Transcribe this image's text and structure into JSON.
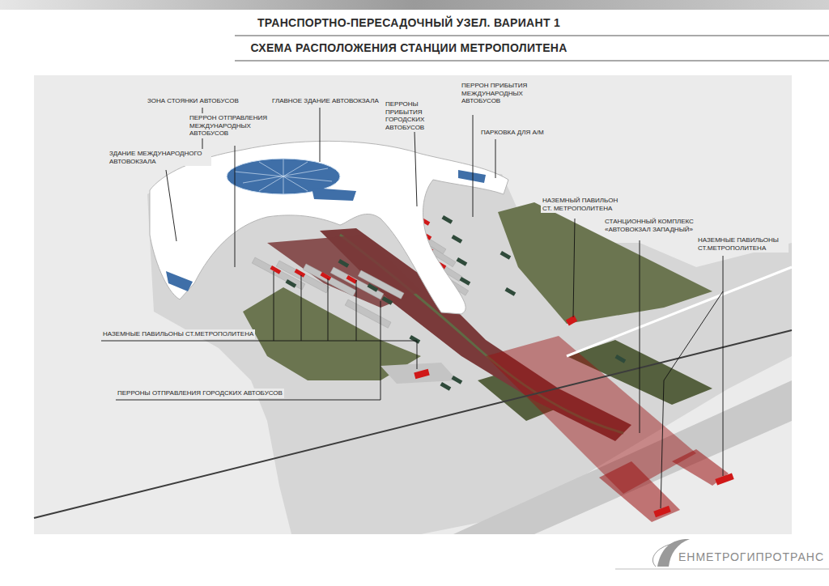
{
  "diagram": {
    "title": "ТРАНСПОРТНО-ПЕРЕСАДОЧНЫЙ УЗЕЛ. ВАРИАНТ 1",
    "labels": [
      "СХЕМА РАСПОЛОЖЕНИЯ СТАНЦИИ МЕТРОПОЛИТЕНА",
      "ЗОНА СТОЯНКИ АВТОБУСОВ",
      "ПЕРРОН ОТПРАВЛЕНИЯ МЕЖДУНАРОДНЫХ АВТОБУСОВ",
      "ЗДАНИЕ МЕЖДУНАРОДНОГО АВТОВОКЗАЛА",
      "ГЛАВНОЕ ЗДАНИЕ АВТОВОКЗАЛА",
      "ПЕРРОНЫ ПРИБЫТИЯ ГОРОДСКИХ АВТОБУСОВ",
      "ПЕРРОН ПРИБЫТИЯ МЕЖДУНАРОДНЫХ АВТОБУСОВ",
      "ПАРКОВКА ДЛЯ А/М",
      "НАЗЕМНЫЙ ПАВИЛЬОН СТ. МЕТРОПОЛИТЕНА",
      "СТАНЦИОННЫЙ КОМПЛЕКС «АВТОВОКЗАЛ ЗАПАДНЫЙ»",
      "НАЗЕМНЫЕ ПАВИЛЬОНЫ СТ.МЕТРОПОЛИТЕНА",
      "НАЗЕМНЫЕ ПАВИЛЬОНЫ СТ.МЕТРОПОЛИТЕНА",
      "ПЕРРОНЫ ОТПРАВЛЕНИЯ ГОРОДСКИХ АВТОБУСОВ",
      "ЕНМЕТРОГИПРОТРАНС"
    ]
  }
}
